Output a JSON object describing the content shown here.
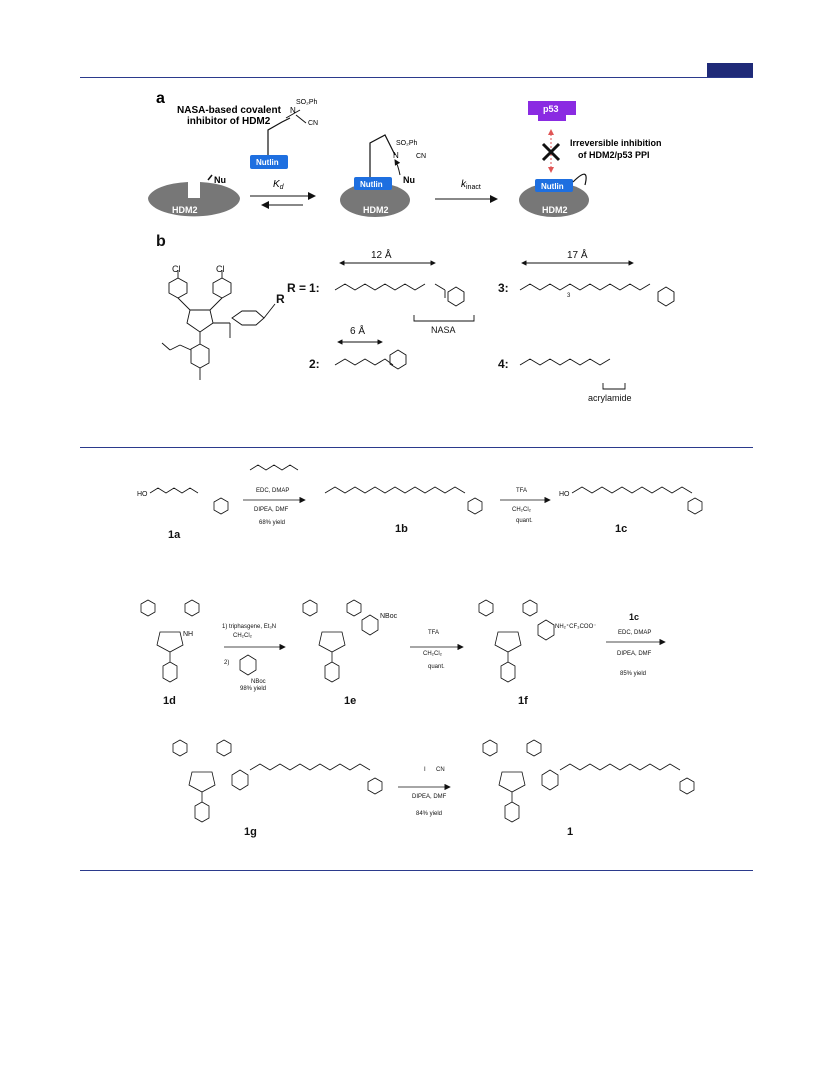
{
  "panel_a": {
    "label": "a",
    "title_line1": "NASA-based covalent",
    "title_line2": "inhibitor of HDM2",
    "so2ph": "SO₂Ph",
    "n": "N",
    "cn": "CN",
    "nutlin": "Nutlin",
    "hdm2": "HDM2",
    "nu": "Nu",
    "kd": "K",
    "kd_sub": "d",
    "kinact": "k",
    "kinact_sub": "inact",
    "p53": "p53",
    "irrev_line1": "Irreversible inhibition",
    "irrev_line2": "of HDM2/p53 PPI"
  },
  "panel_b": {
    "label": "b",
    "cl": "Cl",
    "r": "R",
    "r_eq": "R =",
    "dist_12": "12 Å",
    "dist_17": "17 Å",
    "dist_6": "6 Å",
    "n1": "1:",
    "n2": "2:",
    "n3": "3:",
    "n4": "4:",
    "nasa": "NASA",
    "acrylamide": "acrylamide",
    "sub3": "3"
  },
  "scheme": {
    "c1a": "1a",
    "c1b": "1b",
    "c1c": "1c",
    "c1d": "1d",
    "c1e": "1e",
    "c1f": "1f",
    "c1g": "1g",
    "c1": "1",
    "ho": "HO",
    "nh": "NH",
    "nbocs": "NBoc",
    "nh2salt": "NH₂⁺CF₃COO⁻",
    "step1_reagent1": "EDC, DMAP",
    "step1_reagent2": "DIPEA, DMF",
    "step1_yield": "68% yield",
    "step2_reagent1": "TFA",
    "step2_reagent2": "CH₂Cl₂",
    "step2_yield": "quant.",
    "step3_line1": "1) triphasgene, Et₃N",
    "step3_line2": "CH₂Cl₂",
    "step3_line3": "2)",
    "step3_yield": "98% yield",
    "step4_reagent1": "TFA",
    "step4_reagent2": "CH₂Cl₂",
    "step4_yield": "quant.",
    "step5_top": "1c",
    "step5_reagent1": "EDC, DMAP",
    "step5_reagent2": "DIPEA, DMF",
    "step5_yield": "85% yield",
    "step6_reagent1": "I",
    "step6_reagent1b": "CN",
    "step6_reagent2": "DIPEA, DMF",
    "step6_yield": "84% yield"
  },
  "colors": {
    "rule": "#2b3a8c",
    "nutlin": "#1e6fe0",
    "hdm2": "#777777",
    "p53": "#8a2be2",
    "arrow_red": "#e05555"
  }
}
